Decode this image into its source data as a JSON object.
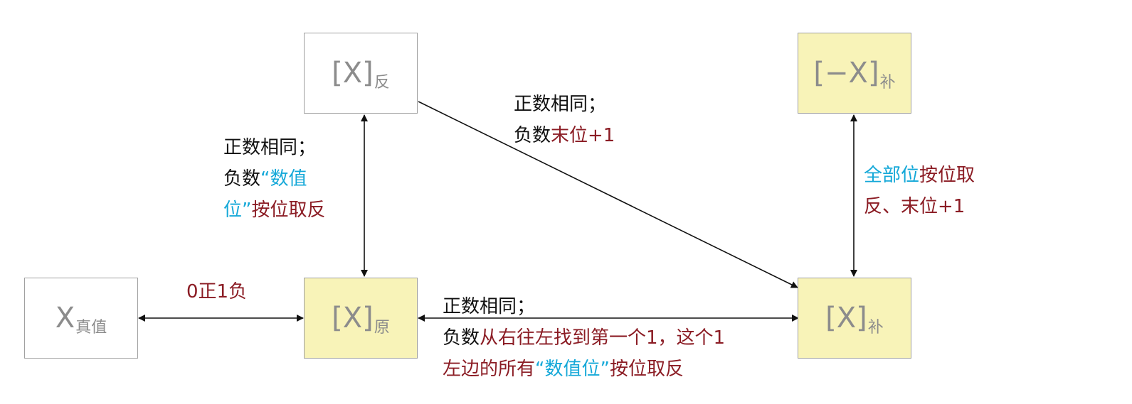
{
  "nodes": {
    "fan": {
      "main": "[X]",
      "sub": "反"
    },
    "neg_bu": {
      "main": "[−X]",
      "sub": "补"
    },
    "truth": {
      "main": "X",
      "sub": "真值"
    },
    "yuan": {
      "main": "[X]",
      "sub": "原"
    },
    "bu": {
      "main": "[X]",
      "sub": "补"
    }
  },
  "labels": {
    "yuan_fan": {
      "line1": "正数相同；",
      "line2_a": "负数",
      "line2_b": "“数值",
      "line3_a": "位”",
      "line3_b": "按位取反"
    },
    "fan_bu": {
      "line1": "正数相同；",
      "line2_a": "负数",
      "line2_b": "末位+1"
    },
    "bu_negbu": {
      "line1_a": "全部位",
      "line1_b": "按位取",
      "line2": "反、末位+1"
    },
    "truth_yuan": {
      "text": "0正1负"
    },
    "yuan_bu": {
      "line1": "正数相同；",
      "line2_a": "负数",
      "line2_b": "从右往左找到第一个1，这个1",
      "line3_a": "左边的所有",
      "line3_b": "“数值位”",
      "line3_c": "按位取反"
    }
  },
  "colors": {
    "highlight_fill": "#f8f3b8",
    "box_border": "#a0a0a0",
    "box_text": "#8c8c8c",
    "red_text": "#8b1c24",
    "blue_text": "#14a8d8",
    "arrow": "#111111"
  }
}
